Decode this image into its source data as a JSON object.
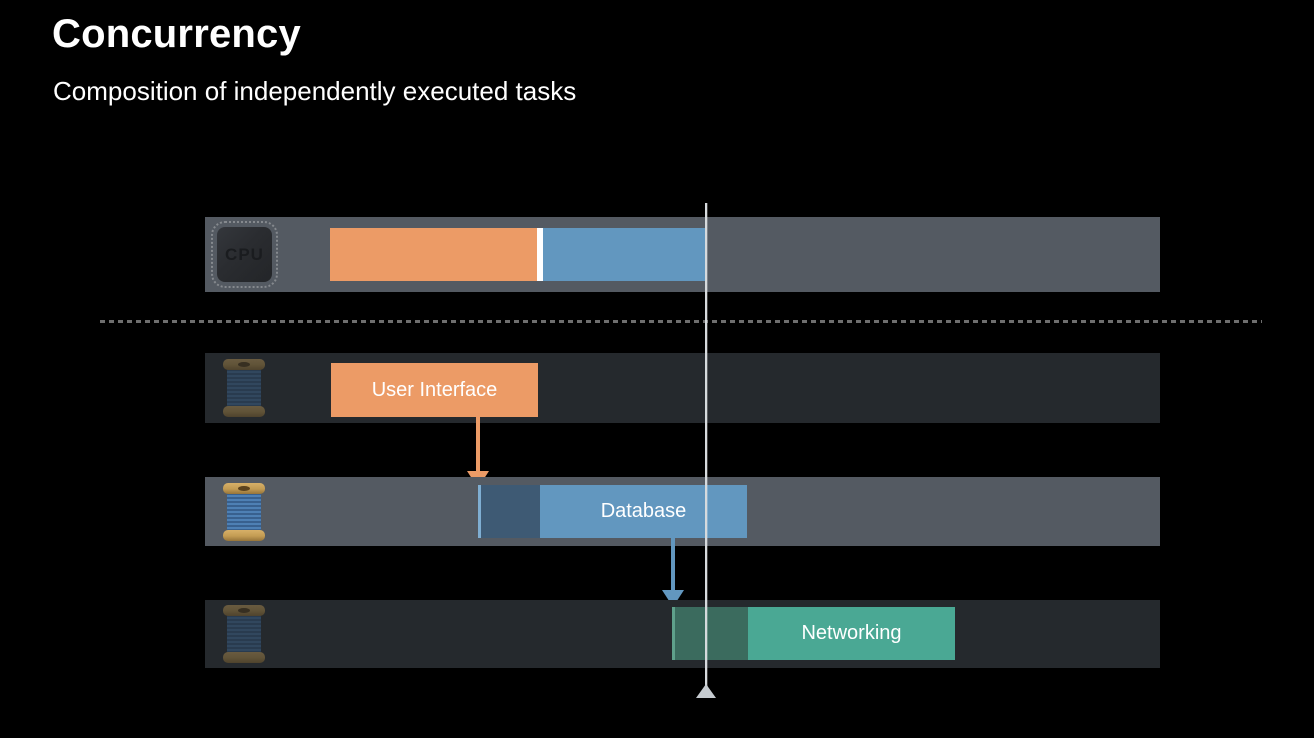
{
  "slide": {
    "title": "Concurrency",
    "subtitle": "Composition of independently executed tasks"
  },
  "cpu": {
    "chip_label": "CPU",
    "executes": [
      {
        "task": "User Interface",
        "color": "#EC9B66"
      },
      {
        "task": "Database",
        "color": "#6297BF"
      }
    ]
  },
  "threads": [
    {
      "name": "User Interface",
      "color": "#EC9B66",
      "state": "inactive"
    },
    {
      "name": "Database",
      "color": "#6297BF",
      "lead_color": "#3E5A74",
      "state": "active"
    },
    {
      "name": "Networking",
      "color": "#4AA894",
      "lead_color": "#3B6B5E",
      "state": "inactive"
    }
  ],
  "colors": {
    "background": "#000000",
    "row_active": "#545A62",
    "row_inactive": "#25292D",
    "playhead": "#D6DADD",
    "dotted_separator": "#6E6E6E"
  }
}
